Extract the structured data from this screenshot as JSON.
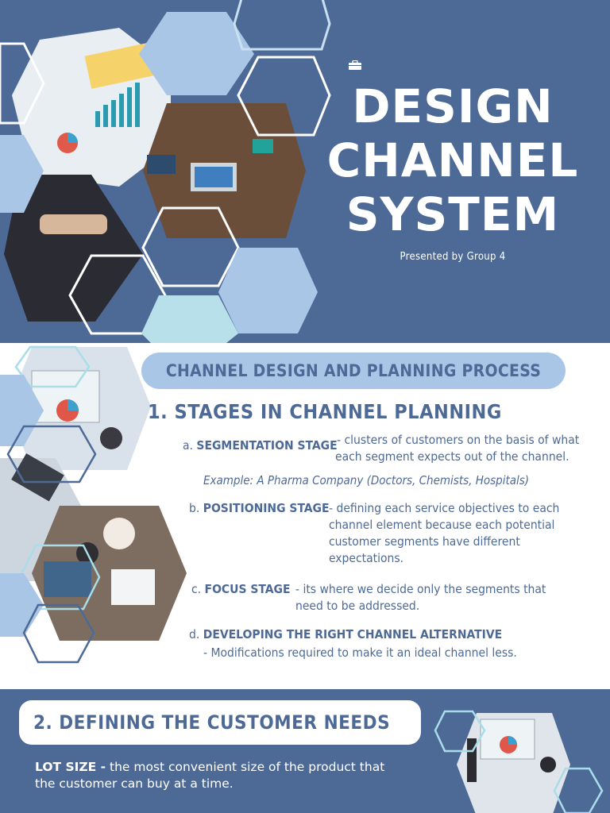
{
  "hero": {
    "title_line1": "DESIGN",
    "title_line2": "CHANNEL",
    "title_line3": "SYSTEM",
    "subtitle": "Presented by Group 4"
  },
  "section1": {
    "banner": "CHANNEL DESIGN AND PLANNING PROCESS",
    "heading": "1. STAGES IN CHANNEL PLANNING",
    "a_prefix": "a.",
    "a_title": "SEGMENTATION STAGE",
    "a_line1": "- clusters of customers on the basis of what",
    "a_line2": "each segment expects out of the channel.",
    "example": "Example: A Pharma Company (Doctors, Chemists, Hospitals)",
    "b_prefix": "b.",
    "b_title": "POSITIONING STAGE",
    "b_line1": "- defining each service objectives to each",
    "b_line2": "channel element because each potential",
    "b_line3": "customer segments have different",
    "b_line4": "expectations.",
    "c_prefix": "c.",
    "c_title": "FOCUS STAGE",
    "c_line1": "- its where we decide only the segments that",
    "c_line2": "need to be addressed.",
    "d_prefix": "d.",
    "d_title": "DEVELOPING THE RIGHT CHANNEL ALTERNATIVE",
    "d_line1": "- Modifications required to make it an ideal channel less."
  },
  "section2": {
    "heading": "2. DEFINING THE CUSTOMER NEEDS",
    "lot_label": "LOT SIZE -",
    "lot_text": " the most convenient size of the product that the customer can buy at a time."
  },
  "colors": {
    "primary_blue": "#4d6a97",
    "light_blue": "#a9c6e6",
    "white": "#ffffff"
  },
  "icons": [
    "briefcase-icon"
  ]
}
